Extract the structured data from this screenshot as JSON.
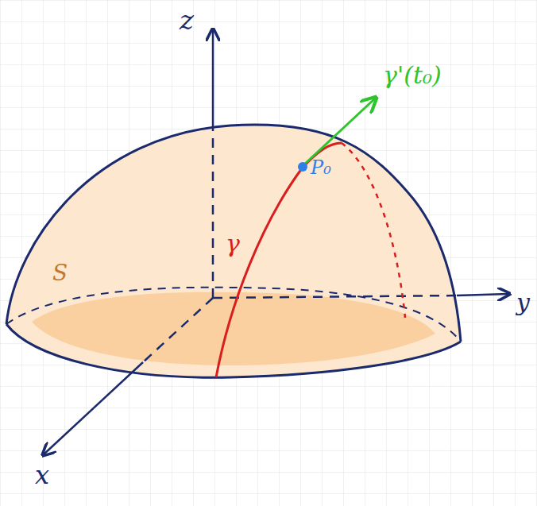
{
  "diagram": {
    "labels": [
      "z",
      "y",
      "x",
      "S",
      "γ",
      "P₀",
      "γ'(t₀)"
    ]
  }
}
